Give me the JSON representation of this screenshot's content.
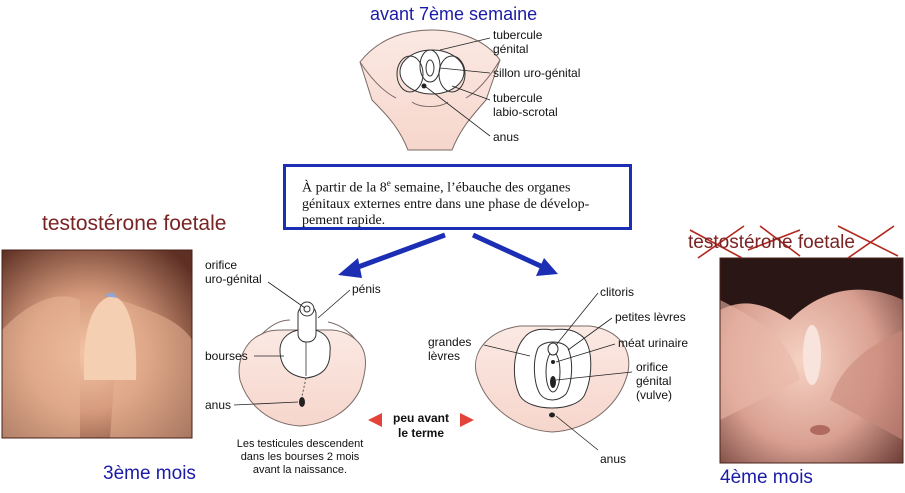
{
  "top_title": "avant 7ème semaine",
  "early": {
    "tubercule_genital": [
      "tubercule",
      "génital"
    ],
    "sillon": "sillon uro-génital",
    "labio_scrotal": [
      "tubercule",
      "labio-scrotal"
    ],
    "anus": "anus"
  },
  "box_text": [
    "À partir de la 8",
    "e",
    " semaine, l’ébauche des organes",
    "génitaux externes entre dans une phase de dévelop-",
    "pement rapide."
  ],
  "left_title": "testostérone foetale",
  "right_title": "testostérone foetale",
  "male": {
    "orifice": [
      "orifice",
      "uro-génital"
    ],
    "penis": "pénis",
    "bourses": "bourses",
    "anus": "anus"
  },
  "female": {
    "clitoris": "clitoris",
    "petites_levres": "petites lèvres",
    "meat": "méat urinaire",
    "grandes_levres": [
      "grandes",
      "lèvres"
    ],
    "orifice": [
      "orifice",
      "génital",
      "(vulve)"
    ],
    "anus": "anus"
  },
  "peu_avant": [
    "peu avant",
    "le terme"
  ],
  "caption": [
    "Les testicules descendent",
    "dans les bourses 2 mois",
    "avant la naissance."
  ],
  "left_month": "3ème mois",
  "right_month": "4ème mois",
  "colors": {
    "blue": "#1c2fb4",
    "title_red": "#7a2323",
    "cross": "#b2281f",
    "arrow_red": "#e4433a"
  }
}
